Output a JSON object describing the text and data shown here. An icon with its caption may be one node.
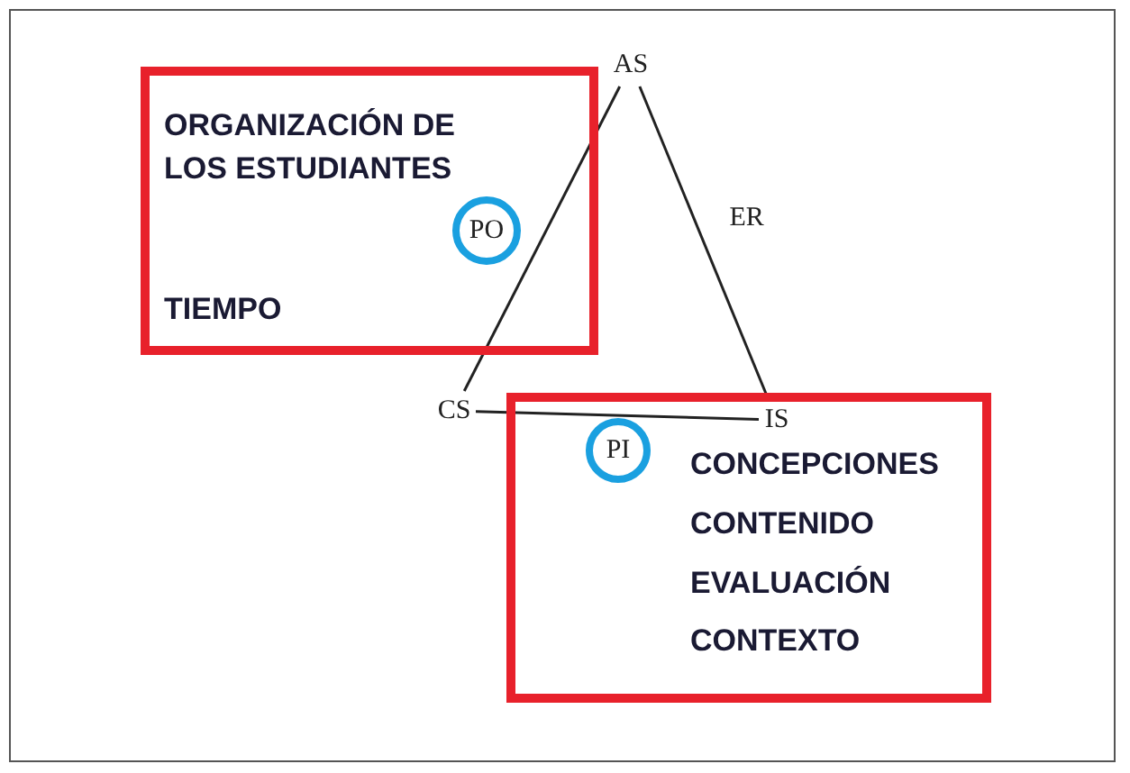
{
  "diagram": {
    "nodes": [
      {
        "text": [
          "ORGANIZACIÓN DE LOS ESTUDIANTES",
          "TIEMPO"
        ]
      },
      {
        "text": [
          "PO"
        ],
        "in": 0
      },
      {
        "text": [
          "CONCEPCIONES",
          "CONTENIDO",
          "EVALUACIÓN",
          "CONTEXTO"
        ]
      },
      {
        "text": [
          "PI"
        ],
        "in": 2
      },
      {
        "text": [
          "AS"
        ]
      },
      {
        "text": [
          "CS"
        ]
      },
      {
        "text": [
          "IS"
        ],
        "in": 2
      }
    ],
    "edges": [
      {
        "from": 4,
        "to": 5,
        "arrow": "none"
      },
      {
        "from": 4,
        "to": 6,
        "arrow": "none",
        "label": "ER"
      },
      {
        "from": 5,
        "to": 6,
        "arrow": "none"
      }
    ]
  }
}
